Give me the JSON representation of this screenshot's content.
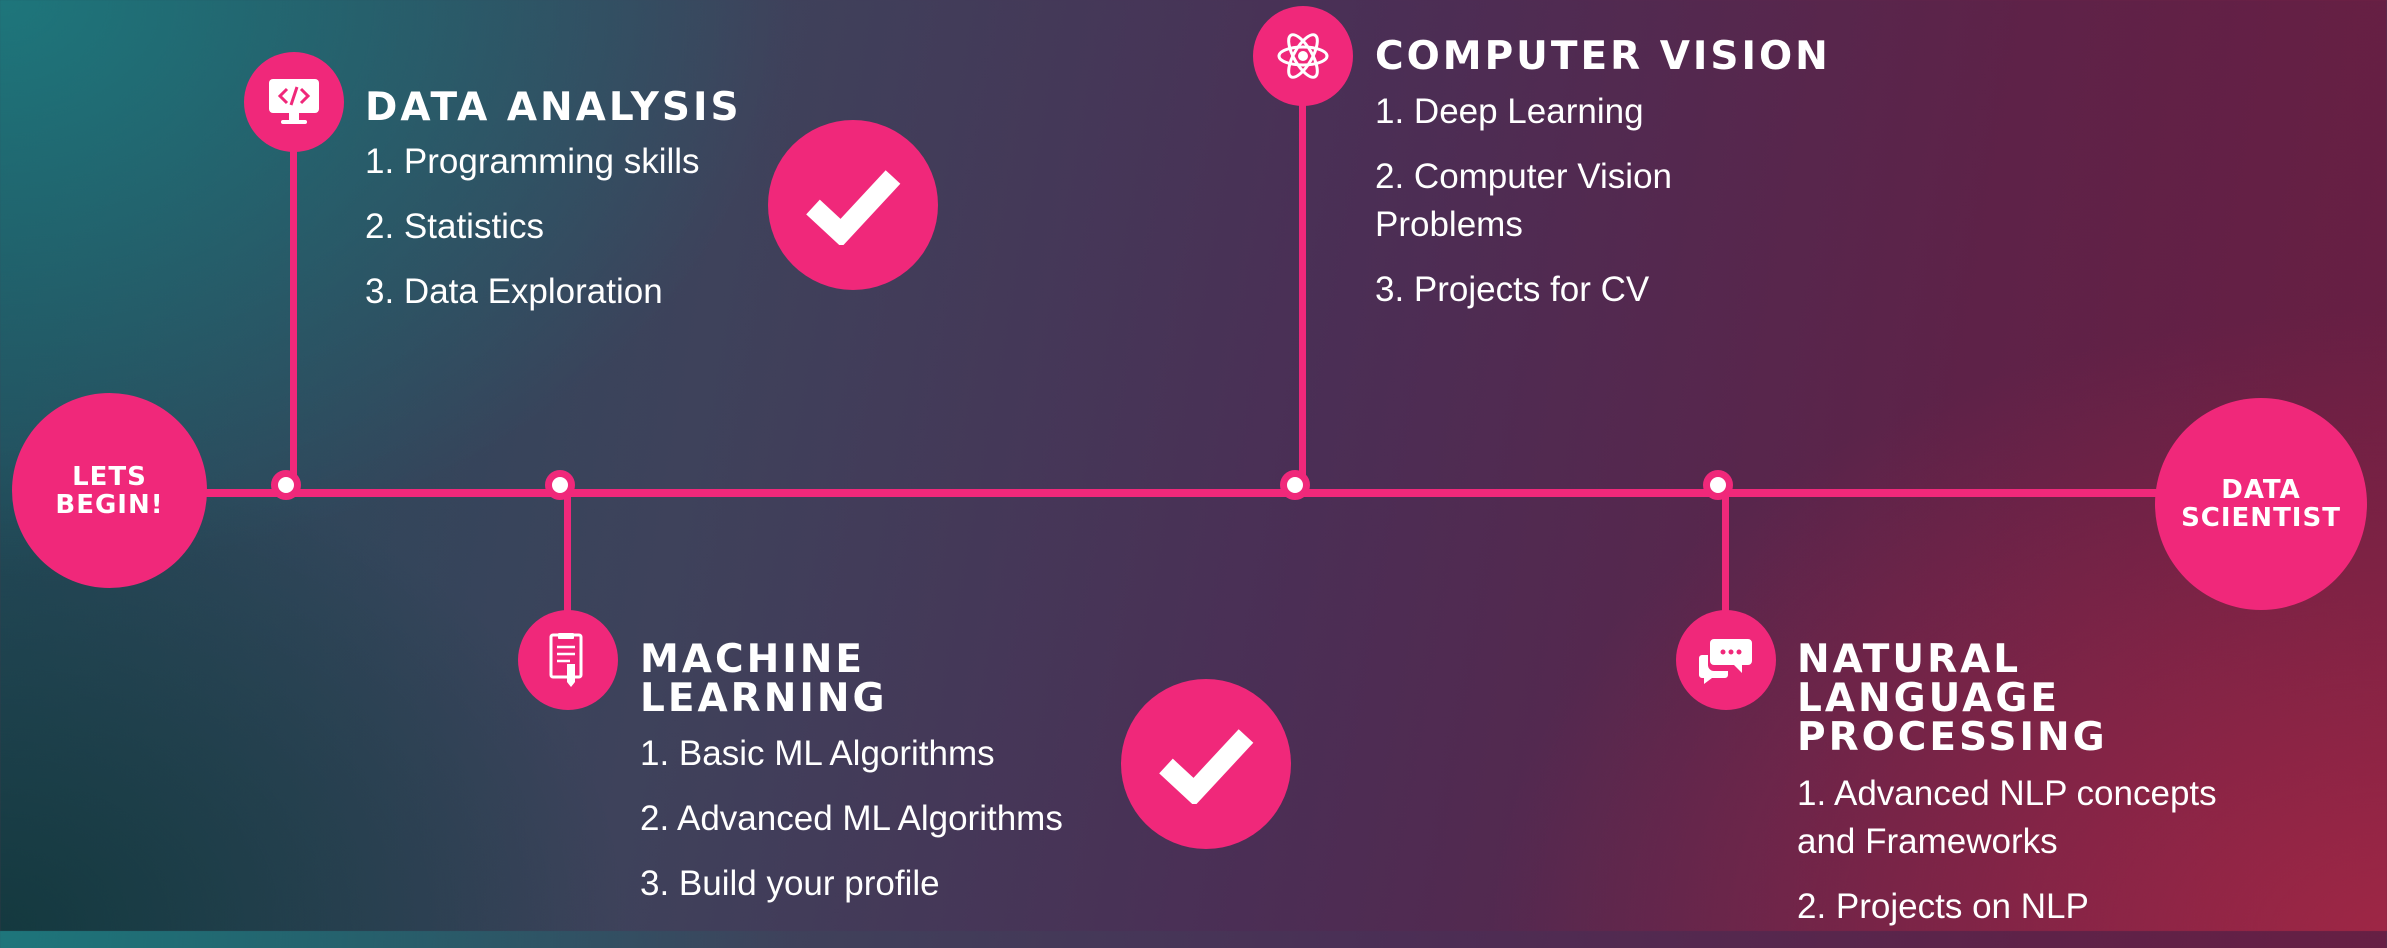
{
  "start": {
    "label_line1": "LETS",
    "label_line2": "BEGIN!"
  },
  "end": {
    "label_line1": "DATA",
    "label_line2": "SCIENTIST"
  },
  "sections": {
    "data_analysis": {
      "title": "DATA ANALYSIS",
      "icon": "code-monitor-icon",
      "completed": true,
      "items": [
        "1. Programming skills",
        "2. Statistics",
        "3. Data Exploration"
      ]
    },
    "machine_learning": {
      "title_line1": "MACHINE",
      "title_line2": "LEARNING",
      "icon": "document-pen-icon",
      "completed": true,
      "items": [
        "1. Basic ML Algorithms",
        "2. Advanced ML Algorithms",
        "3. Build your profile"
      ]
    },
    "computer_vision": {
      "title": "COMPUTER VISION",
      "icon": "atom-icon",
      "completed": false,
      "items": [
        "1. Deep Learning",
        "2. Computer Vision",
        "Problems",
        "3. Projects for CV"
      ]
    },
    "nlp": {
      "title_line1": "NATURAL",
      "title_line2": "LANGUAGE",
      "title_line3": "PROCESSING",
      "icon": "chat-bubbles-icon",
      "completed": false,
      "items": [
        "1. Advanced NLP concepts",
        "and Frameworks",
        "2. Projects on NLP"
      ]
    }
  },
  "colors": {
    "accent": "#f0287a",
    "text": "#ffffff"
  }
}
